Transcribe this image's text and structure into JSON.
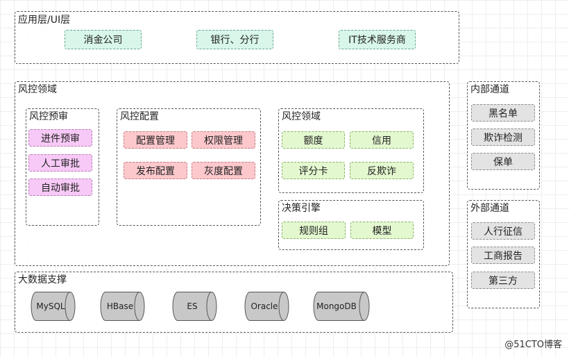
{
  "app_layer": {
    "title": "应用层/UI层",
    "items": [
      "消金公司",
      "银行、分行",
      "IT技术服务商"
    ]
  },
  "risk_domain": {
    "title": "风控领域",
    "pre_review": {
      "title": "风控预审",
      "items": [
        "进件预审",
        "人工审批",
        "自动审批"
      ]
    },
    "config": {
      "title": "风控配置",
      "items": [
        "配置管理",
        "权限管理",
        "发布配置",
        "灰度配置"
      ]
    },
    "inner_domain": {
      "title": "风控领域",
      "items": [
        "额度",
        "信用",
        "评分卡",
        "反欺诈"
      ]
    },
    "decision": {
      "title": "决策引擎",
      "items": [
        "规则组",
        "模型"
      ]
    }
  },
  "big_data": {
    "title": "大数据支撑",
    "items": [
      "MySQL",
      "HBase",
      "ES",
      "Oracle",
      "MongoDB"
    ]
  },
  "internal_channel": {
    "title": "内部通道",
    "items": [
      "黑名单",
      "欺诈检测",
      "保单"
    ]
  },
  "external_channel": {
    "title": "外部通道",
    "items": [
      "人行征信",
      "工商报告",
      "第三方"
    ]
  },
  "watermark": "@51CTO博客",
  "colors": {
    "app_chip": "#d8f6ea",
    "domain_chip": "#e3f8cf",
    "config_chip": "#fcc8cc",
    "prereview_chip": "#f7c9f6",
    "channel_chip": "#e3e3e3",
    "cylinder": "#c8c8c8"
  }
}
